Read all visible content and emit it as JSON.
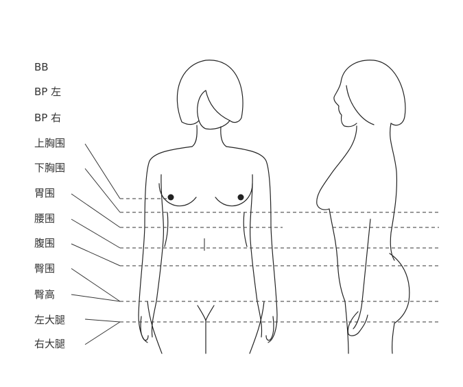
{
  "labels": [
    "BB",
    "BP 左",
    "BP 右",
    "上胸围",
    "下胸围",
    "胃围",
    "腰围",
    "腹围",
    "臀围",
    "臀高",
    "左大腿",
    "右大腿"
  ]
}
